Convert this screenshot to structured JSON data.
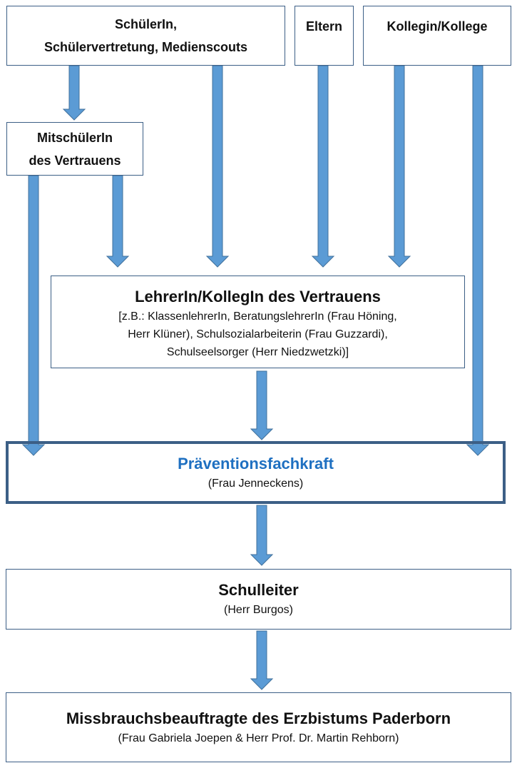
{
  "boxes": {
    "schueler": {
      "line1": "SchülerIn,",
      "line2": "Schülervertretung, Medienscouts"
    },
    "eltern": {
      "label": "Eltern"
    },
    "kollege": {
      "label": "Kollegin/Kollege"
    },
    "mitschueler": {
      "line1": "MitschülerIn",
      "line2": "des Vertrauens"
    },
    "lehrer": {
      "title": "LehrerIn/KollegIn des Vertrauens",
      "detail1": "[z.B.: KlassenlehrerIn, BeratungslehrerIn (Frau Höning,",
      "detail2": "Herr Klüner), Schulsozialarbeiterin (Frau Guzzardi),",
      "detail3": "Schulseelsorger (Herr Niedzwetzki)]"
    },
    "praevention": {
      "title": "Präventionsfachkraft",
      "name": "(Frau Jenneckens)"
    },
    "schulleiter": {
      "title": "Schulleiter",
      "name": "(Herr Burgos)"
    },
    "missbrauch": {
      "title": "Missbrauchsbeauftragte des Erzbistums Paderborn",
      "name": "(Frau Gabriela Joepen & Herr Prof. Dr. Martin Rehborn)"
    }
  },
  "colors": {
    "arrow_fill": "#5b9bd5",
    "arrow_stroke": "#41719c",
    "box_border": "#3c5f86",
    "accent_text": "#1f70c1"
  }
}
